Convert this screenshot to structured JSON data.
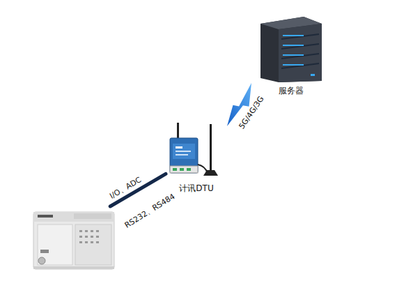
{
  "diagram": {
    "nodes": [
      {
        "text": []
      },
      {
        "text": [
          "计讯DTU"
        ]
      },
      {
        "text": [
          "服务器"
        ]
      }
    ],
    "edges": [
      {
        "from": 0,
        "to": 1,
        "arrow": "none",
        "label": "I/O、ADC"
      },
      {
        "from": 1,
        "to": 2,
        "arrow": "none",
        "label": "5G/4G/3G"
      }
    ],
    "labels": [
      "RS232、RS484"
    ]
  }
}
